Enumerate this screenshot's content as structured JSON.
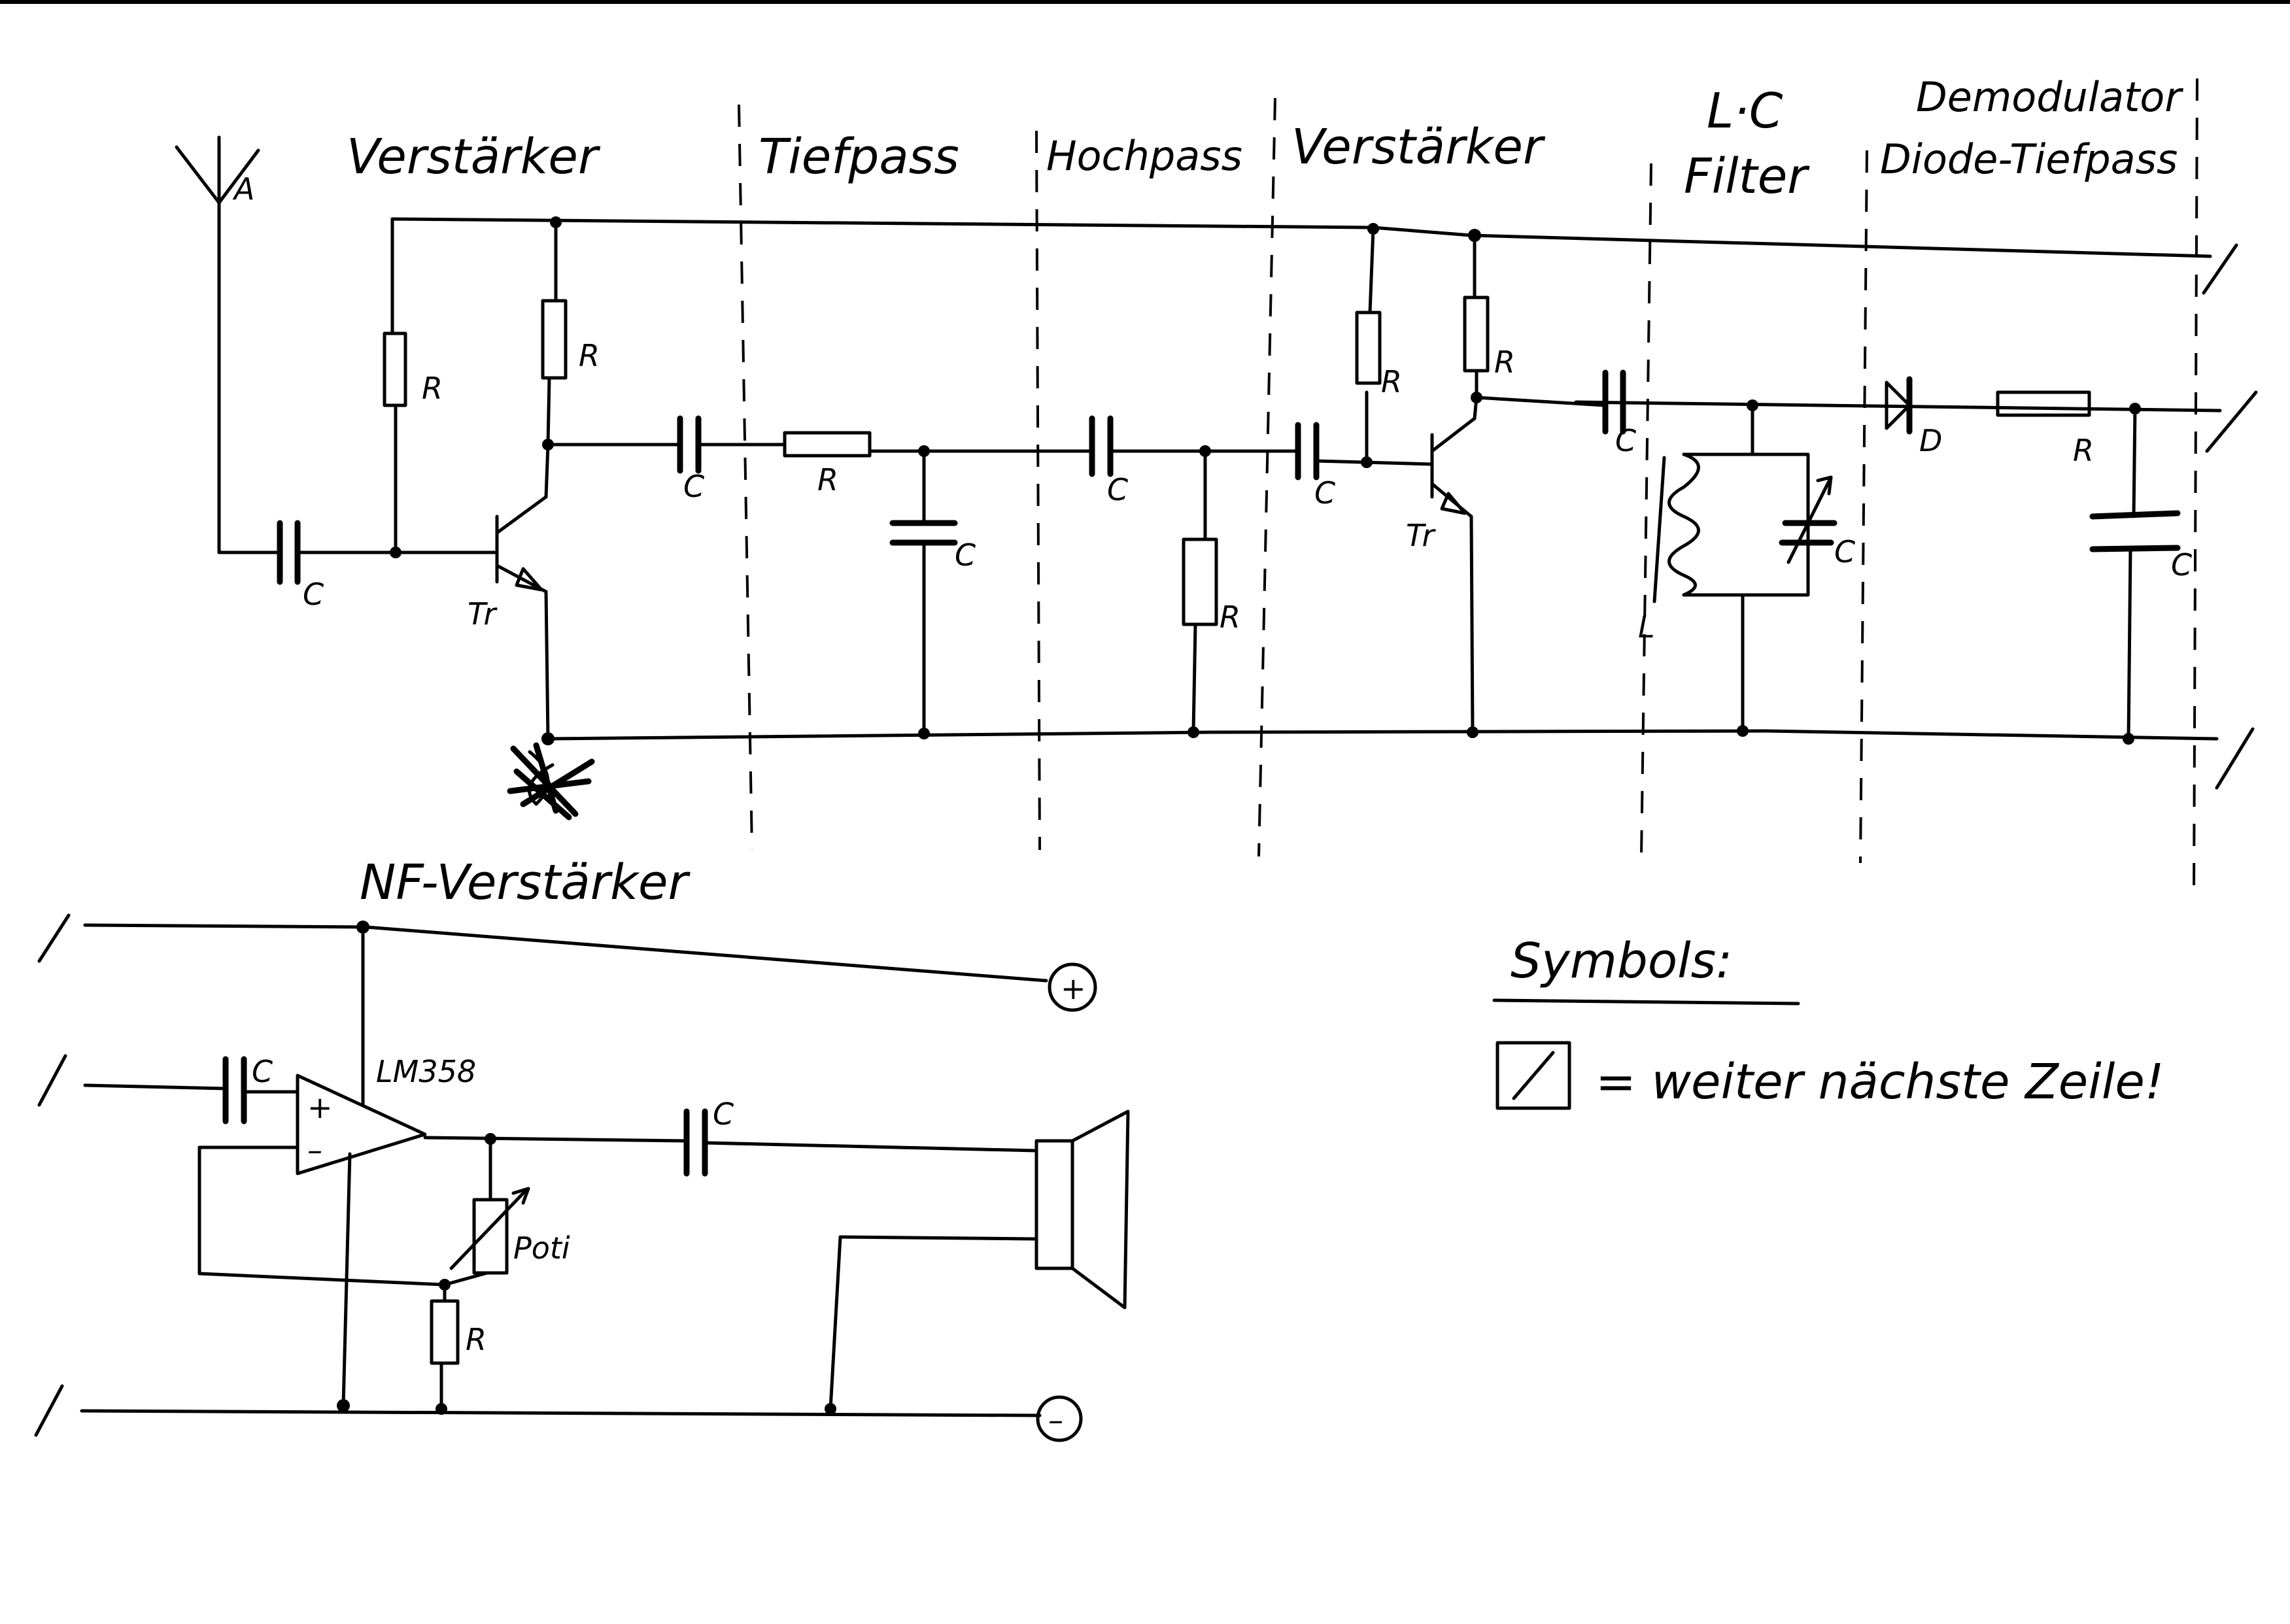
{
  "sections": {
    "verstaerker1": "Verstärker",
    "tiefpass": "Tiefpass",
    "hochpass": "Hochpass",
    "verstaerker2": "Verstärker",
    "lc_filter_line1": "L·C",
    "lc_filter_line2": "Filter",
    "demod_line1": "Demodulator",
    "demod_line2": "Diode-Tiefpass",
    "nf_verstaerker": "NF-Verstärker"
  },
  "components": {
    "antenna": "A",
    "resistor": "R",
    "capacitor": "C",
    "transistor": "Tr",
    "diode": "D",
    "inductor": "L",
    "opamp": "LM358",
    "potentiometer": "Poti",
    "opamp_plus": "+",
    "opamp_minus": "–",
    "terminal_plus": "+",
    "terminal_minus": "–"
  },
  "legend": {
    "title": "Symbols:",
    "text": "= weiter nächste Zeile!"
  }
}
